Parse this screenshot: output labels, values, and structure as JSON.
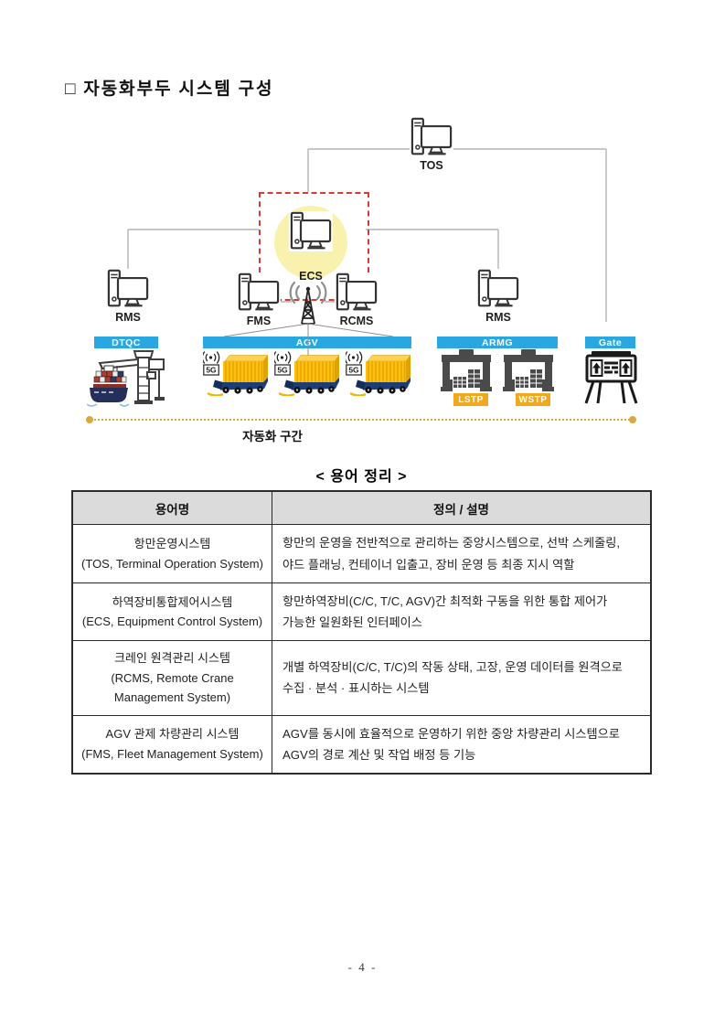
{
  "page": {
    "title": "□ 자동화부두 시스템 구성",
    "page_number": "- 4 -"
  },
  "diagram": {
    "tos_label": "TOS",
    "ecs_label": "ECS",
    "rms_left_label": "RMS",
    "fms_label": "FMS",
    "rcms_label": "RCMS",
    "rms_right_label": "RMS",
    "dtqc_label": "DTQC",
    "agv_label": "AGV",
    "armg_label": "ARMG",
    "gate_label": "Gate",
    "lstp_label": "LSTP",
    "wstp_label": "WSTP",
    "five_g_label": "5G",
    "zone_label": "자동화 구간",
    "colors": {
      "bar_blue": "#2AA7E0",
      "highlight_yellow": "#F8F2AE",
      "dashed_red": "#D63A32",
      "badge_amber": "#F2A81D",
      "dotted_gold": "#D9A93B",
      "container_yellow": "#FFBF0F",
      "truck_navy": "#1C3E75",
      "crane_gray": "#4A4A4A"
    }
  },
  "glossary": {
    "heading": "< 용어 정리 >",
    "columns": {
      "term": "용어명",
      "definition": "정의 / 설명"
    },
    "rows": [
      {
        "term": "항만운영시스템\n(TOS, Terminal Operation System)",
        "definition": "항만의 운영을 전반적으로 관리하는 중앙시스템으로, 선박 스케줄링, 야드 플래닝, 컨테이너 입출고, 장비 운영 등 최종 지시 역할"
      },
      {
        "term": "하역장비통합제어시스템\n(ECS, Equipment Control System)",
        "definition": "항만하역장비(C/C, T/C, AGV)간 최적화 구동을 위한 통합 제어가 가능한 일원화된 인터페이스"
      },
      {
        "term": "크레인 원격관리 시스템\n(RCMS, Remote Crane\nManagement System)",
        "definition": "개별 하역장비(C/C, T/C)의 작동 상태, 고장, 운영 데이터를 원격으로 수집 · 분석 · 표시하는 시스템"
      },
      {
        "term": "AGV 관제 차량관리 시스템\n(FMS, Fleet Management System)",
        "definition": "AGV를 동시에 효율적으로 운영하기 위한 중앙 차량관리 시스템으로 AGV의 경로 계산 및 작업 배정 등 기능"
      }
    ]
  }
}
